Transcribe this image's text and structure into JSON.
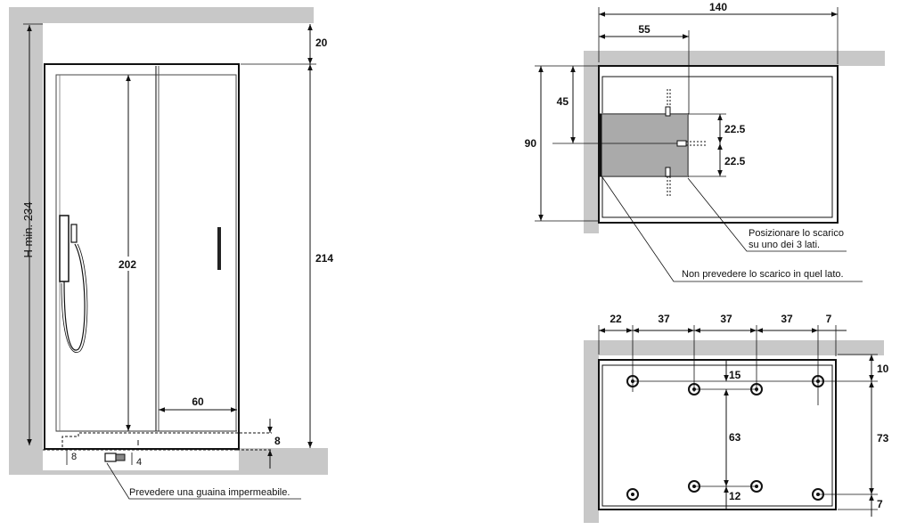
{
  "front_view": {
    "height_label": "H min. 234",
    "top_gap": "20",
    "total_height": "214",
    "door_height": "202",
    "handle_offset": "60",
    "floor_step": "8",
    "drain_left": "8",
    "drain_small": "4",
    "note": "Prevedere una guaina impermeabile."
  },
  "top_view": {
    "width": "140",
    "drain_x": "55",
    "depth": "90",
    "drain_y": "45",
    "upper_offset": "22.5",
    "lower_offset": "22.5",
    "note_sides": "Posizionare lo scarico",
    "note_sides_2": "su uno dei 3 lati.",
    "note_no_drain": "Non prevedere lo scarico in quel lato."
  },
  "base_view": {
    "spacing": [
      "22",
      "37",
      "37",
      "37",
      "7"
    ],
    "top_margin": "10",
    "row_gap": "15",
    "inner_gap": "63",
    "bottom_gap": "12",
    "span": "73",
    "bottom_margin": "7"
  },
  "colors": {
    "wall": "#c8c8c8",
    "line": "#111111",
    "drain": "#a9a9a9"
  }
}
